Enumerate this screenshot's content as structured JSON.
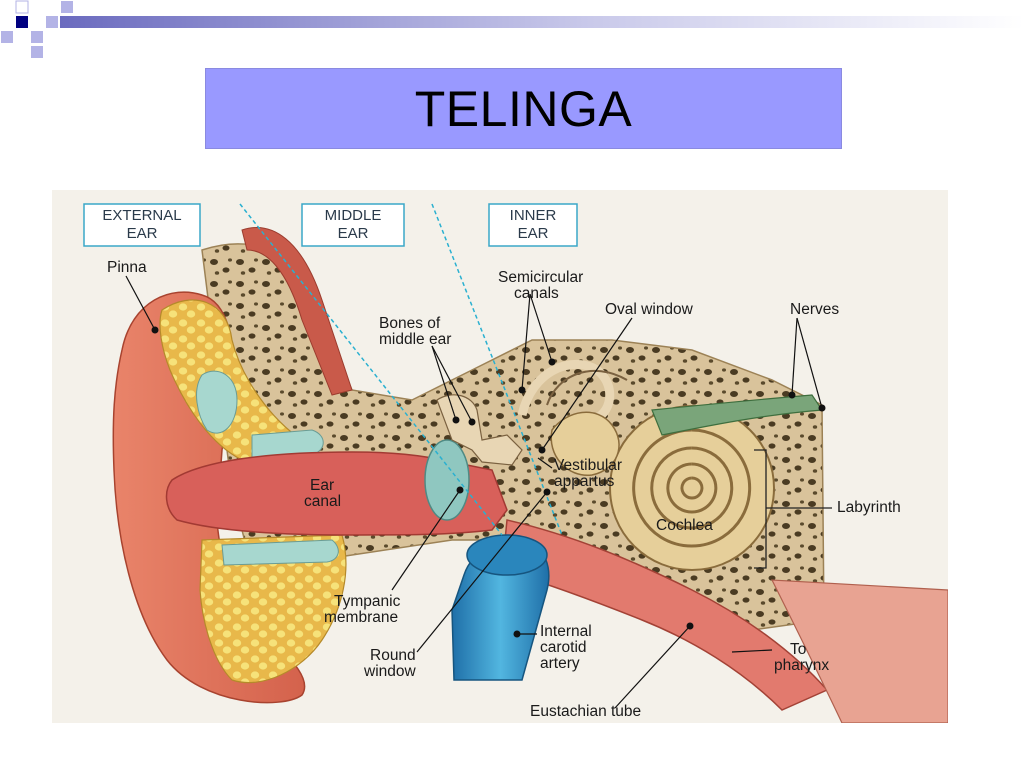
{
  "title": "TELINGA",
  "colors": {
    "title_bg": "#9999ff",
    "deco_dark": "#000080",
    "deco_light": "#b3b3e6",
    "diagram_bg": "#f4f1ea",
    "skin": "#e07a5f",
    "canal": "#d8605a",
    "bone": "#d9c39b",
    "bone_hole": "#4a3b22",
    "cartilage": "#f0d24a",
    "fluid": "#a7d7cf",
    "artery": "#3aa0d0"
  },
  "diagram": {
    "regions": [
      {
        "line1": "EXTERNAL",
        "line2": "EAR"
      },
      {
        "line1": "MIDDLE",
        "line2": "EAR"
      },
      {
        "line1": "INNER",
        "line2": "EAR"
      }
    ],
    "labels": {
      "pinna": "Pinna",
      "semicircular_1": "Semicircular",
      "semicircular_2": "canals",
      "oval_window": "Oval window",
      "nerves": "Nerves",
      "bones_1": "Bones of",
      "bones_2": "middle ear",
      "vestibular_1": "Vestibular",
      "vestibular_2": "appartus",
      "ear_canal_1": "Ear",
      "ear_canal_2": "canal",
      "labyrinth": "Labyrinth",
      "cochlea": "Cochlea",
      "tympanic_1": "Tympanic",
      "tympanic_2": "membrane",
      "carotid_1": "Internal",
      "carotid_2": "carotid",
      "carotid_3": "artery",
      "round_1": "Round",
      "round_2": "window",
      "pharynx_1": "To",
      "pharynx_2": "pharynx",
      "eustachian": "Eustachian tube"
    }
  }
}
